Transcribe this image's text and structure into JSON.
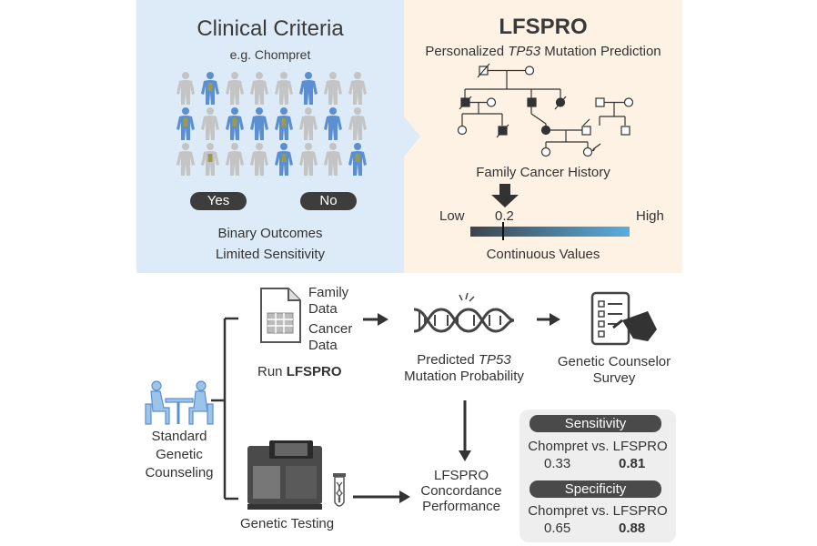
{
  "clinical": {
    "title": "Clinical Criteria",
    "subtitle": "e.g. Chompret",
    "yes_label": "Yes",
    "no_label": "No",
    "outcome_line1": "Binary Outcomes",
    "outcome_line2": "Limited Sensitivity"
  },
  "lfspro": {
    "title": "LFSPRO",
    "subtitle_pre": "Personalized ",
    "subtitle_gene": "TP53",
    "subtitle_post": " Mutation Prediction",
    "family_history": "Family Cancer History",
    "scale_low": "Low",
    "scale_high": "High",
    "scale_value": "0.2",
    "scale_caption": "Continuous Values"
  },
  "workflow": {
    "family_data": [
      "Family",
      "Data"
    ],
    "cancer_data": [
      "Cancer",
      "Data"
    ],
    "run_pre": "Run ",
    "run_bold": "LFSPRO",
    "predicted_pre": "Predicted ",
    "predicted_gene": "TP53",
    "predicted_line2": "Mutation Probability",
    "survey_line1": "Genetic Counselor",
    "survey_line2": "Survey",
    "standard": [
      "Standard",
      "Genetic",
      "Counseling"
    ],
    "genetic_testing": "Genetic Testing",
    "concordance": [
      "LFSPRO",
      "Concordance",
      "Performance"
    ]
  },
  "results": {
    "sensitivity": {
      "label": "Sensitivity",
      "compare": "Chompret vs. LFSPRO",
      "chompret": "0.33",
      "lfspro": "0.81"
    },
    "specificity": {
      "label": "Specificity",
      "compare": "Chompret vs. LFSPRO",
      "chompret": "0.65",
      "lfspro": "0.88"
    }
  },
  "colors": {
    "left_panel": "#dcebf7",
    "right_panel": "#fdf2e3",
    "affected_blue": "#5b8fd1",
    "unaffected_gray": "#c4c4c4",
    "mutation_olive": "#9c9a4e",
    "dark": "#333333",
    "gradient_high": "#5aaee0"
  },
  "icons": [
    "person-icon",
    "pedigree-diagram",
    "arrow-down-icon",
    "document-table-icon",
    "dna-helix-icon",
    "survey-clipboard-icon",
    "counseling-icon",
    "sequencer-icon",
    "test-tube-icon"
  ]
}
